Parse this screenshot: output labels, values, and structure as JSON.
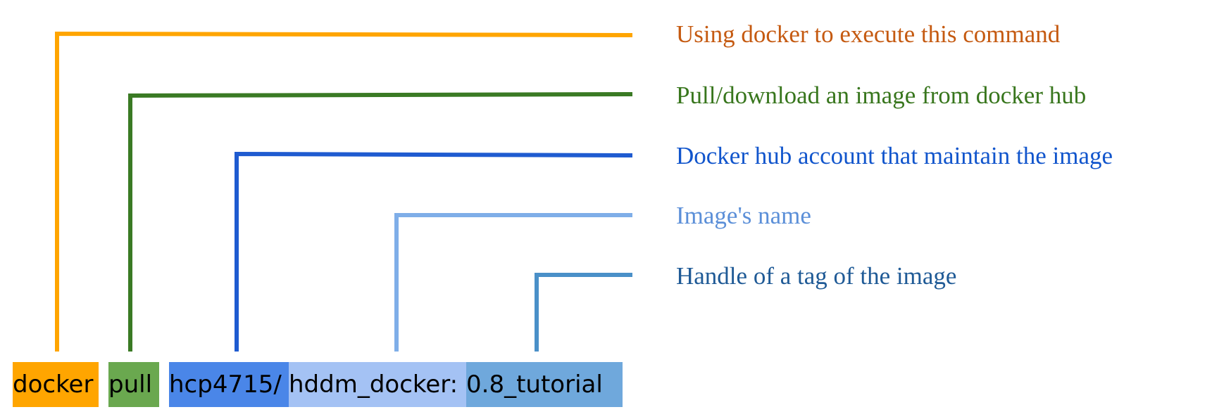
{
  "callouts": [
    {
      "id": "docker",
      "text": "Using docker to execute this command",
      "color": "#C55A11"
    },
    {
      "id": "pull",
      "text": "Pull/download an image from docker hub",
      "color": "#38761D"
    },
    {
      "id": "account",
      "text": "Docker hub account that maintain the image",
      "color": "#1155CC"
    },
    {
      "id": "name",
      "text": "Image's name",
      "color": "#5B8FD8"
    },
    {
      "id": "tag",
      "text": "Handle of a tag of the image",
      "color": "#1F5A96"
    }
  ],
  "lines": [
    {
      "id": "docker",
      "color": "#FFA500"
    },
    {
      "id": "pull",
      "color": "#3A7A24"
    },
    {
      "id": "account",
      "color": "#1F5BD0"
    },
    {
      "id": "name",
      "color": "#7FAEE8"
    },
    {
      "id": "tag",
      "color": "#4A90C8"
    }
  ],
  "command": {
    "docker": {
      "text": "docker",
      "bg": "#FFA500"
    },
    "pull": {
      "text": "pull",
      "bg": "#6AA84F"
    },
    "account": {
      "text": "hcp4715/",
      "bg": "#4A86E8"
    },
    "name": {
      "text": "hddm_docker:",
      "bg": "#A4C2F4"
    },
    "tag": {
      "text": "0.8_tutorial",
      "bg": "#6FA8DC"
    }
  }
}
